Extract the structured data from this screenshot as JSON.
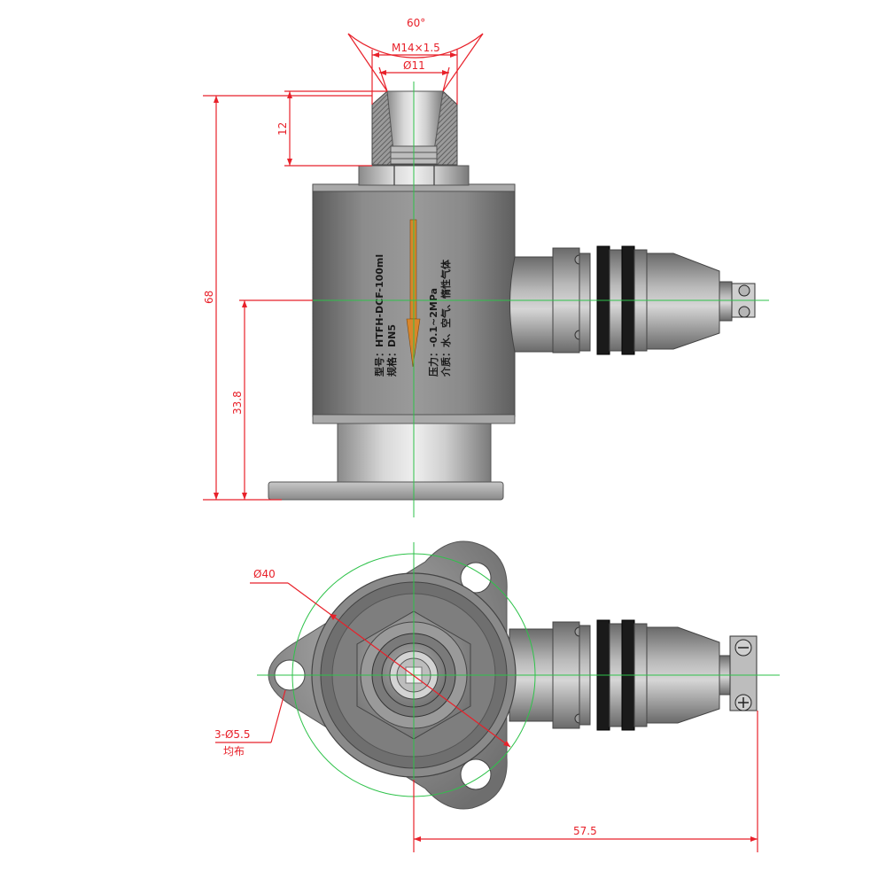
{
  "dimensions": {
    "angle": "60°",
    "thread": "M14×1.5",
    "bore": "Ø11",
    "nut_height": "12",
    "total_height": "68",
    "center_height": "33.8",
    "diameter": "Ø40",
    "holes": "3-Ø5.5",
    "holes_note": "均布",
    "connector_length": "57.5"
  },
  "label": {
    "model": "型号：HTFH-DCF-100ml",
    "spec": "规格：DN5",
    "pressure": "压力：-0.1~2MPa",
    "medium": "介质：水、空气、惰性气体"
  },
  "colors": {
    "dimension": "#e8212a",
    "centerline": "#2ec24a",
    "body": "#7d7d7d",
    "rubber": "#1a1a1a",
    "arrow": "#d9862a"
  }
}
